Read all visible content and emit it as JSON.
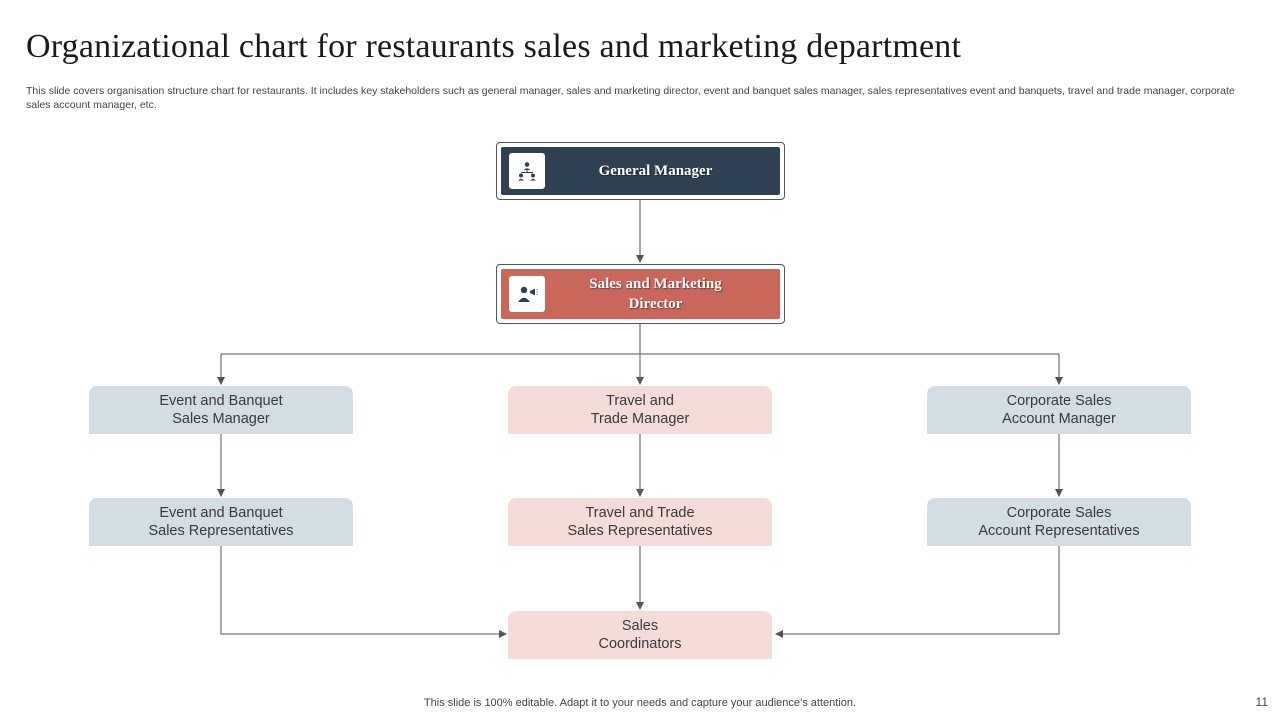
{
  "title": "Organizational chart for restaurants sales and marketing department",
  "description": "This slide covers organisation structure chart for restaurants. It includes key stakeholders such as general manager, sales and marketing director, event and banquet sales manager, sales representatives event and banquets, travel and trade manager, corporate sales account manager, etc.",
  "top": {
    "general_manager": {
      "label": "General Manager",
      "icon": "org-hierarchy-icon",
      "color": "#2f4052"
    },
    "sales_marketing_director": {
      "label": "Sales and Marketing\nDirector",
      "icon": "presenter-megaphone-icon",
      "color": "#c8675a"
    }
  },
  "managers": [
    {
      "label": "Event and Banquet\nSales Manager",
      "color": "#d3dde4"
    },
    {
      "label": "Travel and\nTrade Manager",
      "color": "#f5dcd9"
    },
    {
      "label": "Corporate Sales\nAccount Manager",
      "color": "#d3dde4"
    }
  ],
  "representatives": [
    {
      "label": "Event and Banquet\nSales Representatives",
      "color": "#d3dde4"
    },
    {
      "label": "Travel and Trade\nSales Representatives",
      "color": "#f5dcd9"
    },
    {
      "label": "Corporate Sales\nAccount Representatives",
      "color": "#d3dde4"
    }
  ],
  "coordinators": {
    "label": "Sales\nCoordinators",
    "color": "#f5dcd9"
  },
  "footer": "This slide is 100% editable. Adapt it to your needs and capture your audience’s attention.",
  "page_number": "11"
}
